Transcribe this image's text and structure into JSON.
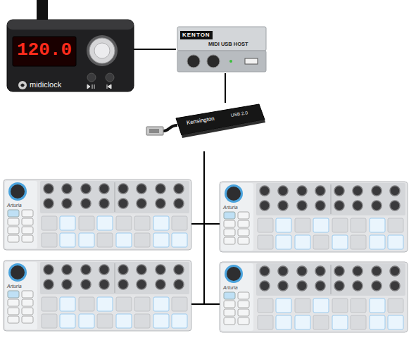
{
  "diagram": {
    "nodes": [
      {
        "text": [
          "120.0",
          "midiclock"
        ]
      },
      {
        "text": [
          "KENTON",
          "MIDI USB HOST"
        ]
      },
      {
        "text": [
          "Kensington",
          "USB 2.0"
        ]
      },
      {
        "text": [
          "Arturia"
        ]
      },
      {
        "text": [
          "Arturia"
        ]
      },
      {
        "text": [
          "Arturia"
        ]
      },
      {
        "text": [
          "Arturia"
        ]
      }
    ],
    "edges": [
      {
        "from": 0,
        "to": 1,
        "arrow": "none"
      },
      {
        "from": 1,
        "to": 2,
        "arrow": "none"
      },
      {
        "from": 2,
        "to": 3,
        "arrow": "none"
      },
      {
        "from": 2,
        "to": 4,
        "arrow": "none"
      },
      {
        "from": 2,
        "to": 5,
        "arrow": "none"
      },
      {
        "from": 2,
        "to": 6,
        "arrow": "none"
      }
    ]
  }
}
